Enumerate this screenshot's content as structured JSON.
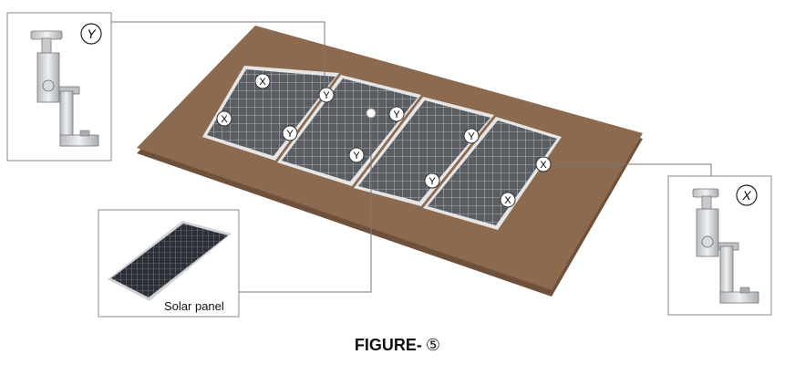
{
  "caption": {
    "prefix": "FIGURE-",
    "number": "⑤"
  },
  "callouts": {
    "left_detail_label": "Y",
    "right_detail_label": "X",
    "inset_label": "Solar panel"
  },
  "markers": {
    "x_label": "X",
    "y_label": "Y"
  },
  "colors": {
    "roof": "#8c6a4f",
    "roof_edge": "#6f513b",
    "panel": "#5c5f63",
    "panel_frame": "#e8e8e8",
    "leader_line": "#777777",
    "box_border": "#888888"
  }
}
